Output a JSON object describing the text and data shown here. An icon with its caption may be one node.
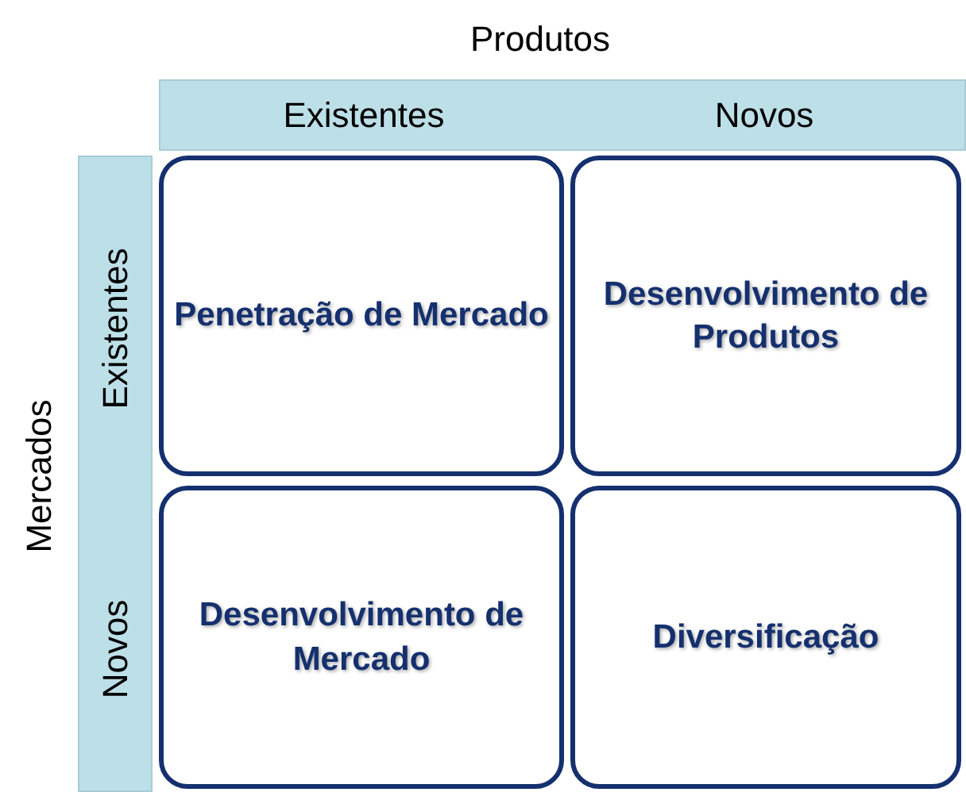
{
  "diagram": {
    "nodes": [
      {
        "text": [
          "Existentes",
          "Novos"
        ]
      },
      {
        "text": [
          "Existentes",
          "Novos"
        ]
      },
      {
        "text": [
          "Penetração de Mercado"
        ]
      },
      {
        "text": [
          "Desenvolvimento de Produtos"
        ]
      },
      {
        "text": [
          "Desenvolvimento de Mercado"
        ]
      },
      {
        "text": [
          "Diversificação"
        ]
      }
    ],
    "edges": [],
    "labels": [
      "Produtos",
      "Mercados"
    ]
  }
}
